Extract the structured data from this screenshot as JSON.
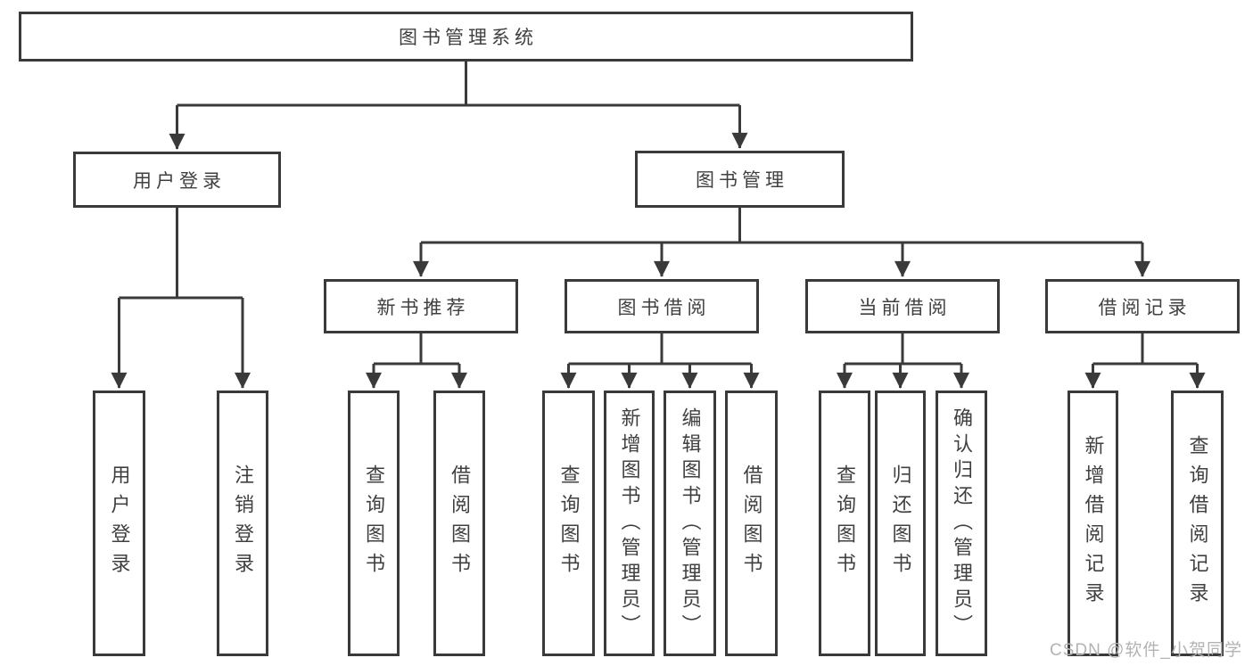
{
  "diagram": {
    "root": {
      "label": "图书管理系统",
      "children": [
        {
          "label": "用户登录",
          "children": [
            {
              "label": "用户登录"
            },
            {
              "label": "注销登录"
            }
          ]
        },
        {
          "label": "图书管理",
          "children": [
            {
              "label": "新书推荐",
              "children": [
                {
                  "label": "查询图书"
                },
                {
                  "label": "借阅图书"
                }
              ]
            },
            {
              "label": "图书借阅",
              "children": [
                {
                  "label": "查询图书"
                },
                {
                  "label": "新增图书（管理员）"
                },
                {
                  "label": "编辑图书（管理员）"
                },
                {
                  "label": "借阅图书"
                }
              ]
            },
            {
              "label": "当前借阅",
              "children": [
                {
                  "label": "查询图书"
                },
                {
                  "label": "归还图书"
                },
                {
                  "label": "确认归还（管理员）"
                }
              ]
            },
            {
              "label": "借阅记录",
              "children": [
                {
                  "label": "新增借阅记录"
                },
                {
                  "label": "查询借阅记录"
                }
              ]
            }
          ]
        }
      ]
    }
  },
  "watermark": {
    "text": "CSDN @软件_小贺同学"
  },
  "colors": {
    "line": "#3a3a3a",
    "text": "#404040",
    "box_background": "#ffffff",
    "watermark": "#b3b3b3"
  }
}
